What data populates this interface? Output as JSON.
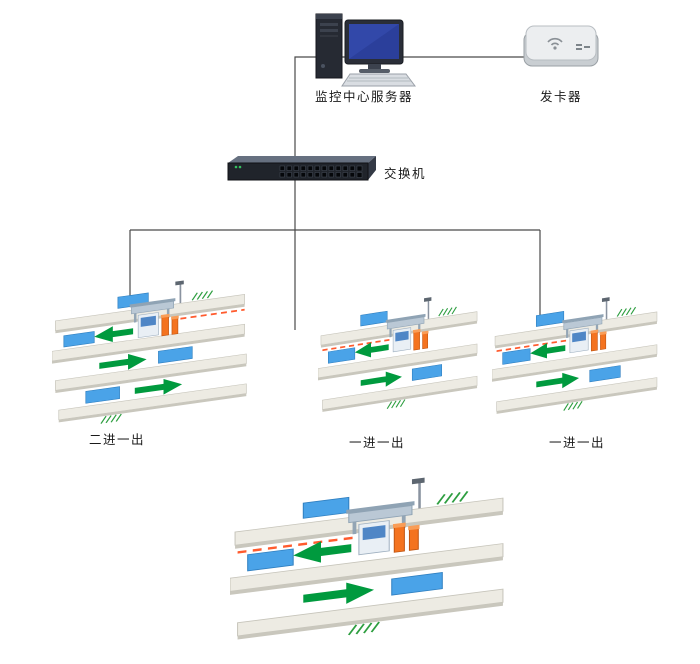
{
  "diagram": {
    "type": "parking-access-network-topology",
    "nodes": {
      "server": {
        "label": "监控中心服务器",
        "icon": "desktop-computer"
      },
      "card_issuer": {
        "label": "发卡器",
        "icon": "card-dispenser"
      },
      "switch": {
        "label": "交换机",
        "icon": "network-switch"
      },
      "stations": [
        {
          "label": "二进一出",
          "icon": "toll-lane-two-in-one-out"
        },
        {
          "label": "一进一出",
          "icon": "toll-lane-one-in-one-out"
        },
        {
          "label": "一进一出",
          "icon": "toll-lane-one-in-one-out"
        },
        {
          "label": "",
          "icon": "toll-lane-one-in-one-out"
        }
      ]
    },
    "colors": {
      "wire": "#4a4a4a",
      "road_strip": "#edebe3",
      "ground_loop": "#4aa3e8",
      "arrow_green": "#009a3e",
      "barrier_post_orange": "#f4731f",
      "barrier_dashed_line": "#ff5b2e",
      "monitor_screen_blue": "#2b3f9b",
      "label_text": "#1a1a1a"
    }
  }
}
